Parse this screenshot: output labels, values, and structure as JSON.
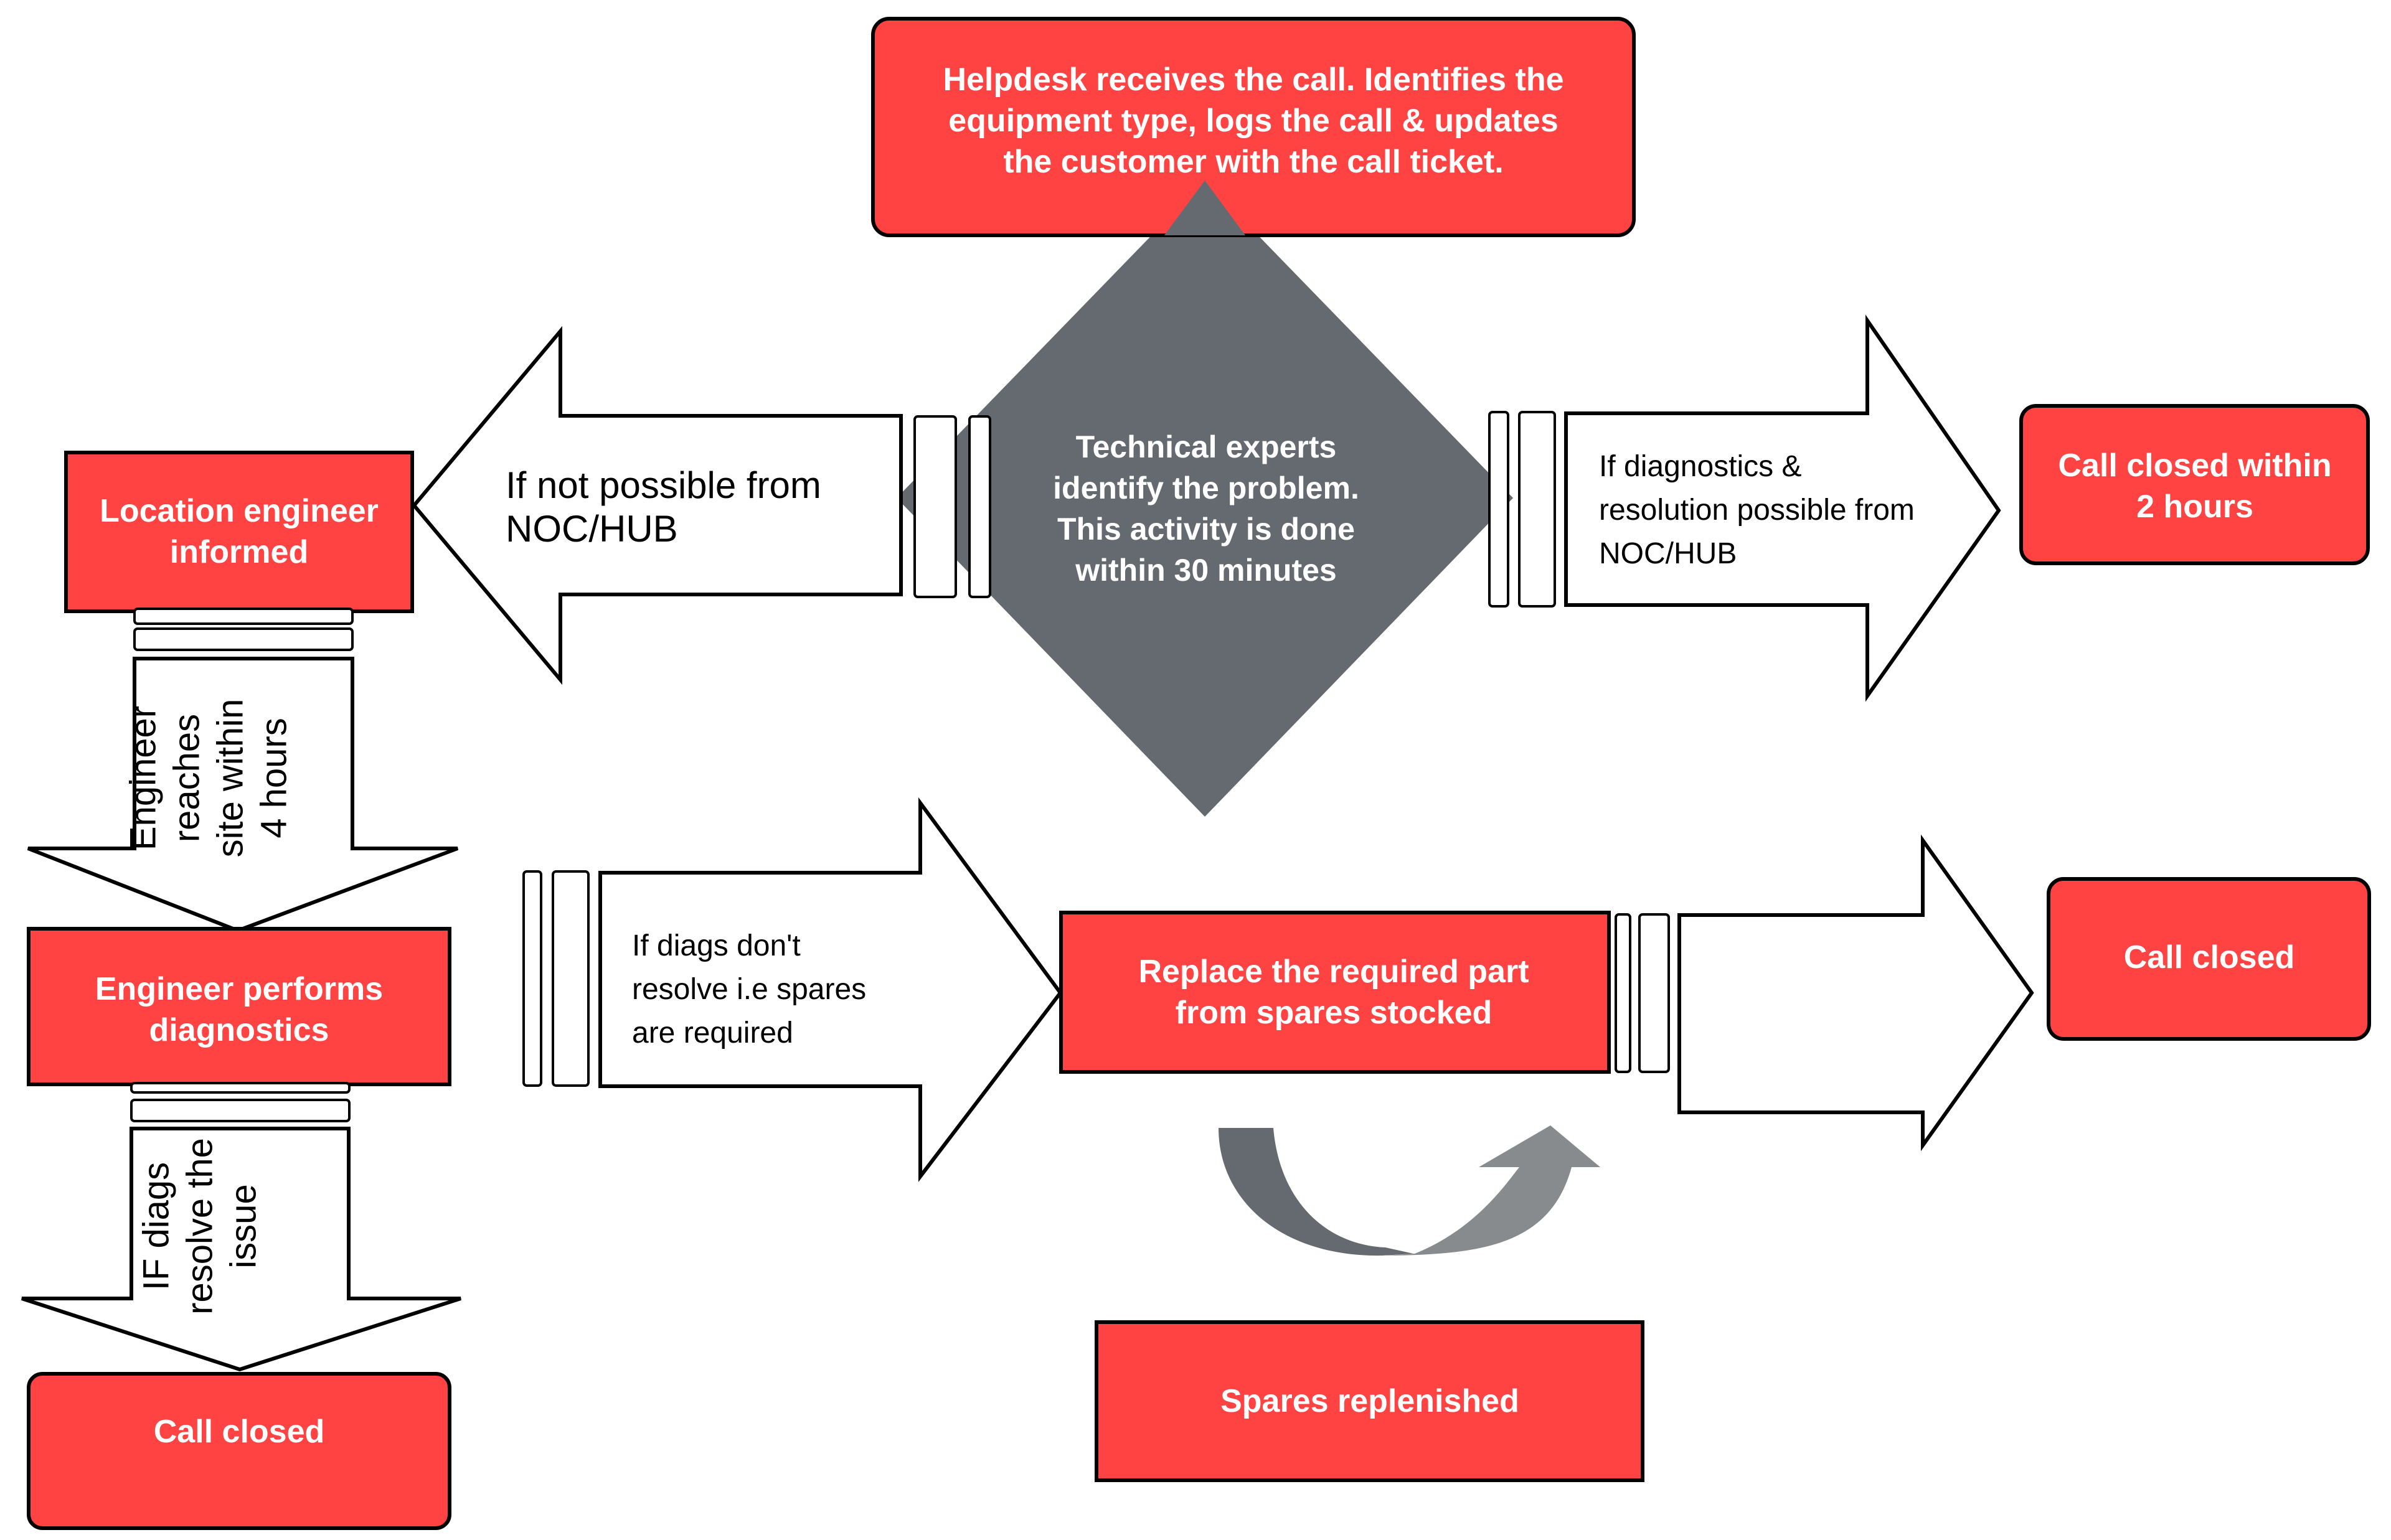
{
  "colors": {
    "red": "#ff4242",
    "dark_gray": "#646a70",
    "light_gray": "#878b8e",
    "outline": "#000000",
    "white": "#ffffff"
  },
  "nodes": {
    "helpdesk": {
      "lines": [
        "Helpdesk receives the call. Identifies the",
        "equipment type, logs the call & updates",
        "the customer with the call ticket."
      ]
    },
    "technical_experts": {
      "lines": [
        "Technical experts",
        "identify the problem.",
        "This activity is done",
        "within 30 minutes"
      ]
    },
    "location_engineer": {
      "lines": [
        "Location engineer",
        "informed"
      ]
    },
    "call_closed_2h": {
      "lines": [
        "Call closed within",
        "2 hours"
      ]
    },
    "engineer_diagnostics": {
      "lines": [
        "Engineer performs",
        "diagnostics"
      ]
    },
    "call_closed_left": {
      "lines": [
        "Call closed"
      ]
    },
    "replace_part": {
      "lines": [
        "Replace the required part",
        "from spares stocked"
      ]
    },
    "call_closed_right": {
      "lines": [
        "Call closed"
      ]
    },
    "spares_replenished": {
      "lines": [
        "Spares replenished"
      ]
    }
  },
  "arrows": {
    "not_possible_noc": {
      "direction": "left",
      "lines": [
        "If not possible from",
        "NOC/HUB"
      ]
    },
    "diagnostics_possible_noc": {
      "direction": "right",
      "lines": [
        "If diagnostics &",
        "resolution possible from",
        "NOC/HUB"
      ]
    },
    "engineer_reaches": {
      "direction": "down",
      "lines": [
        "Engineer",
        "reaches",
        "site within",
        "4 hours"
      ]
    },
    "diags_resolve": {
      "direction": "down",
      "lines": [
        "IF diags",
        "resolve the",
        "issue"
      ]
    },
    "diags_dont_resolve": {
      "direction": "right",
      "lines": [
        "If diags don't",
        "resolve i.e spares",
        "are required"
      ]
    },
    "replace_to_closed": {
      "direction": "right",
      "lines": []
    },
    "replenish_cycle": {
      "direction": "curved-up",
      "lines": []
    }
  }
}
